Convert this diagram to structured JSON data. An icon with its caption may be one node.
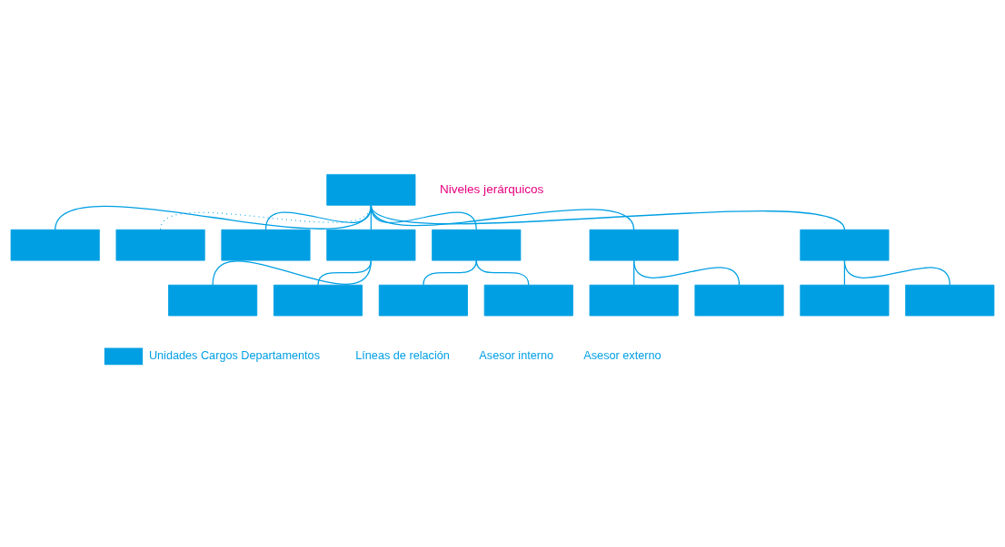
{
  "diagram": {
    "nodes": [
      {
        "text": [],
        "shape": "box"
      },
      {
        "text": [],
        "shape": "box"
      },
      {
        "text": [],
        "shape": "box"
      },
      {
        "text": [],
        "shape": "box"
      },
      {
        "text": [],
        "shape": "box"
      },
      {
        "text": [],
        "shape": "box"
      },
      {
        "text": [],
        "shape": "box"
      },
      {
        "text": [],
        "shape": "box"
      },
      {
        "text": [],
        "shape": "box"
      },
      {
        "text": [],
        "shape": "box"
      },
      {
        "text": [],
        "shape": "box"
      },
      {
        "text": [],
        "shape": "box"
      },
      {
        "text": [],
        "shape": "box"
      },
      {
        "text": [],
        "shape": "box"
      },
      {
        "text": [],
        "shape": "box"
      },
      {
        "text": [],
        "shape": "box"
      }
    ],
    "edges": [
      {
        "from": 0,
        "to": 1,
        "arrow": "none"
      },
      {
        "from": 0,
        "to": 2,
        "arrow": "none",
        "style": "dashed"
      },
      {
        "from": 0,
        "to": 3,
        "arrow": "none"
      },
      {
        "from": 0,
        "to": 4,
        "arrow": "none"
      },
      {
        "from": 0,
        "to": 5,
        "arrow": "none"
      },
      {
        "from": 0,
        "to": 6,
        "arrow": "none"
      },
      {
        "from": 0,
        "to": 7,
        "arrow": "none"
      },
      {
        "from": 4,
        "to": 8,
        "arrow": "none"
      },
      {
        "from": 4,
        "to": 9,
        "arrow": "none"
      },
      {
        "from": 5,
        "to": 10,
        "arrow": "none"
      },
      {
        "from": 5,
        "to": 11,
        "arrow": "none"
      },
      {
        "from": 6,
        "to": 12,
        "arrow": "none"
      },
      {
        "from": 6,
        "to": 13,
        "arrow": "none"
      },
      {
        "from": 7,
        "to": 14,
        "arrow": "none"
      },
      {
        "from": 7,
        "to": 15,
        "arrow": "none"
      }
    ],
    "labels": [
      "Niveles jerárquicos"
    ],
    "legend": [
      {
        "text": "Unidades Cargos Departamentos",
        "color": "#009fe3"
      },
      {
        "text": "Líneas de relación"
      },
      {
        "text": "Asesor interno"
      },
      {
        "text": "Asesor externo"
      }
    ]
  }
}
